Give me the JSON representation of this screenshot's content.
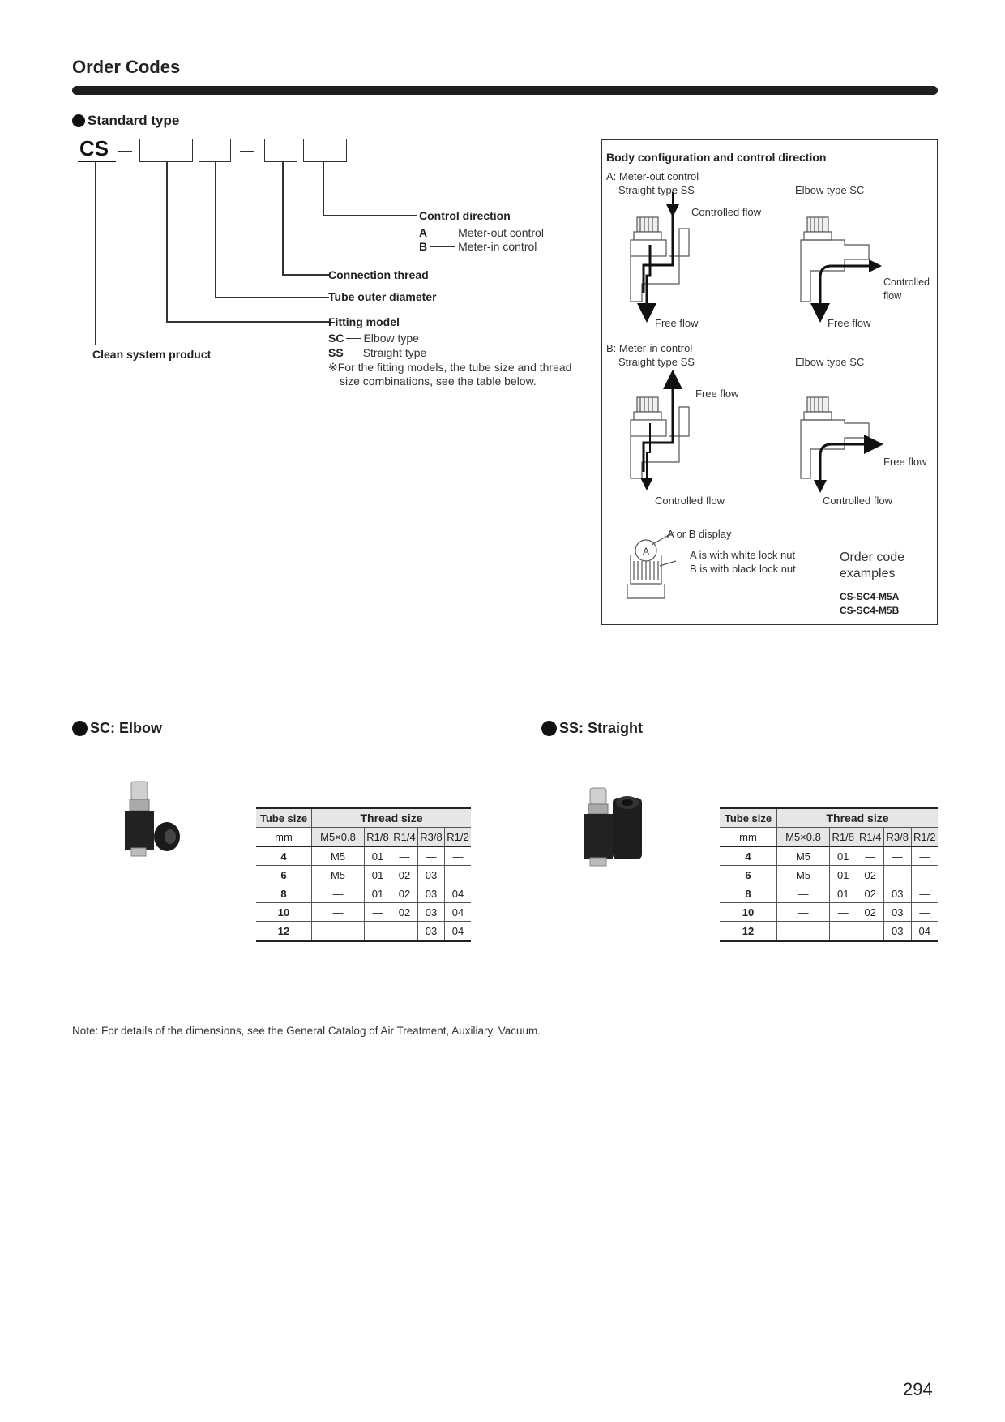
{
  "page": {
    "title": "Order Codes",
    "page_number": "294",
    "note": "Note: For details of the dimensions, see the General Catalog of Air Treatment, Auxiliary, Vacuum."
  },
  "standard": {
    "heading": "Standard type",
    "code_prefix": "CS",
    "control_direction": {
      "label": "Control direction",
      "options": [
        {
          "key": "A",
          "text": "Meter-out control"
        },
        {
          "key": "B",
          "text": "Meter-in control"
        }
      ]
    },
    "connection_thread": "Connection thread",
    "tube_outer_diameter": "Tube outer diameter",
    "fitting_model": {
      "label": "Fitting model",
      "options": [
        {
          "key": "SC",
          "text": "Elbow type"
        },
        {
          "key": "SS",
          "text": "Straight type"
        }
      ],
      "note_line1": "※For the fitting models, the tube size and thread",
      "note_line2": "size combinations, see the table below."
    },
    "clean_system": "Clean system product"
  },
  "panel": {
    "title": "Body configuration and control direction",
    "a_label": "A: Meter-out control",
    "b_label": "B: Meter-in control",
    "straight": "Straight type SS",
    "elbow": "Elbow type SC",
    "a_ss_top": "Controlled flow",
    "a_ss_bottom": "Free flow",
    "a_sc_right_1": "Controlled",
    "a_sc_right_2": "flow",
    "a_sc_bottom": "Free flow",
    "b_ss_top": "Free flow",
    "b_ss_bottom": "Controlled flow",
    "b_sc_right": "Free flow",
    "b_sc_bottom": "Controlled flow",
    "display_label": "A or B display",
    "nut_a": "A is with white lock nut",
    "nut_b": "B is with black lock nut",
    "knob_letter": "A",
    "examples_1": "Order code",
    "examples_2": "examples",
    "example_a": "CS-SC4-M5A",
    "example_b": "CS-SC4-M5B"
  },
  "tables": [
    {
      "heading": "SC: Elbow",
      "tube_hdr1": "Tube size",
      "tube_hdr2": "mm",
      "thread_hdr": "Thread size",
      "cols": [
        "M5×0.8",
        "R1/8",
        "R1/4",
        "R3/8",
        "R1/2"
      ],
      "rows": [
        [
          "4",
          "M5",
          "01",
          "—",
          "—",
          "—"
        ],
        [
          "6",
          "M5",
          "01",
          "02",
          "03",
          "—"
        ],
        [
          "8",
          "—",
          "01",
          "02",
          "03",
          "04"
        ],
        [
          "10",
          "—",
          "—",
          "02",
          "03",
          "04"
        ],
        [
          "12",
          "—",
          "—",
          "—",
          "03",
          "04"
        ]
      ]
    },
    {
      "heading": "SS: Straight",
      "tube_hdr1": "Tube size",
      "tube_hdr2": "mm",
      "thread_hdr": "Thread size",
      "cols": [
        "M5×0.8",
        "R1/8",
        "R1/4",
        "R3/8",
        "R1/2"
      ],
      "rows": [
        [
          "4",
          "M5",
          "01",
          "—",
          "—",
          "—"
        ],
        [
          "6",
          "M5",
          "01",
          "02",
          "—",
          "—"
        ],
        [
          "8",
          "—",
          "01",
          "02",
          "03",
          "—"
        ],
        [
          "10",
          "—",
          "—",
          "02",
          "03",
          "—"
        ],
        [
          "12",
          "—",
          "—",
          "—",
          "03",
          "04"
        ]
      ]
    }
  ]
}
